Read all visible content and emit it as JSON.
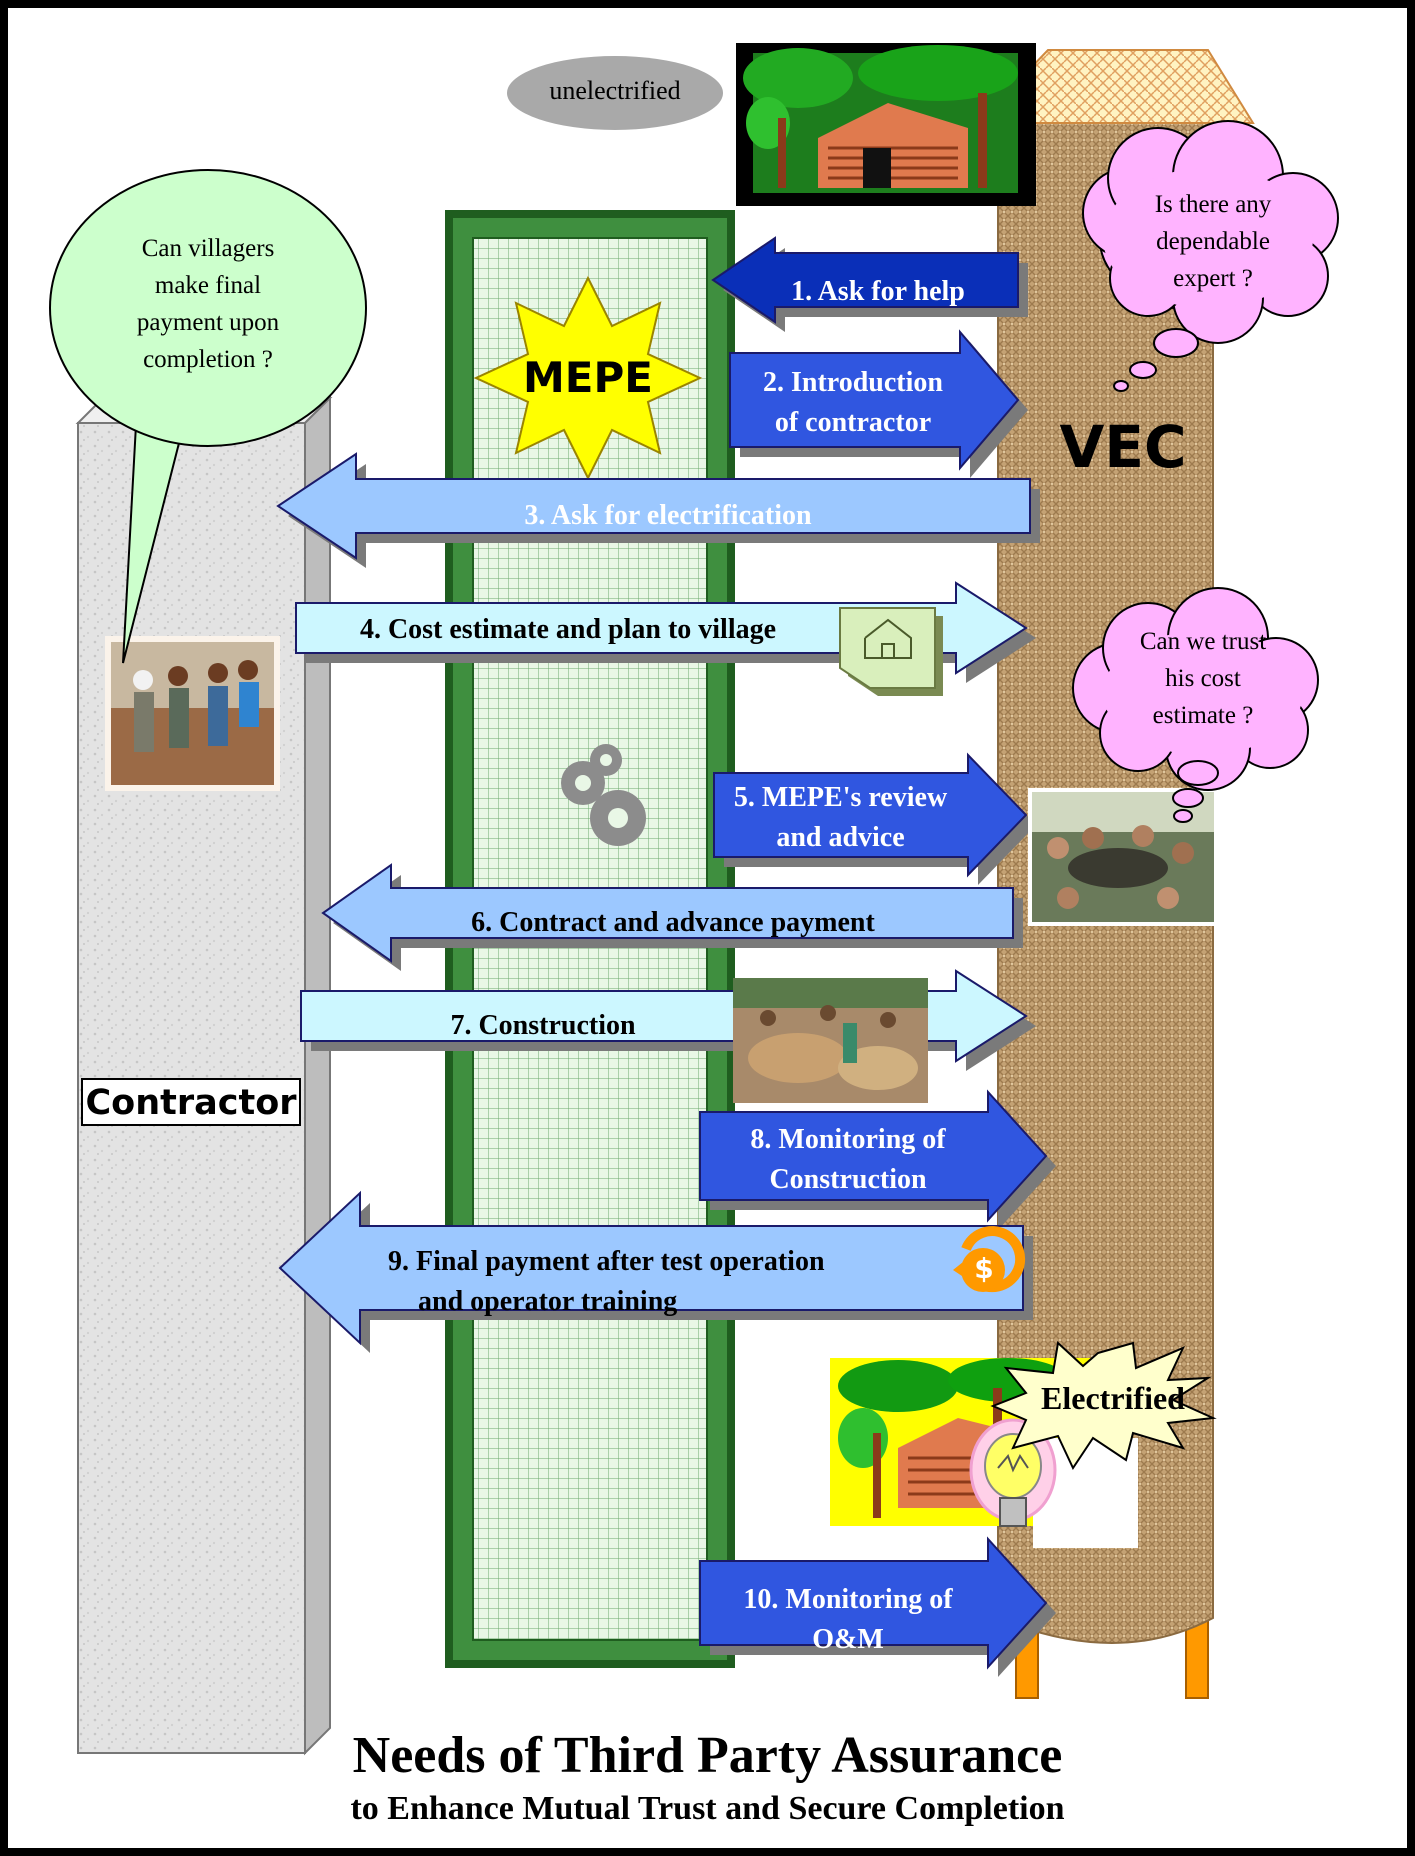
{
  "labels": {
    "unelectrified": "unelectrified",
    "mepe": "MEPE",
    "vec": "VEC",
    "contractor": "Contractor",
    "electrified": "Electrified"
  },
  "bubbles": {
    "contractor_question": [
      "Can villagers",
      "make final",
      "payment upon",
      "completion ?"
    ],
    "vec_expert": [
      "Is there any",
      "dependable",
      "expert ?"
    ],
    "vec_trust": [
      "Can we trust",
      "his cost",
      "estimate ?"
    ]
  },
  "steps": [
    {
      "n": 1,
      "lines": [
        "1. Ask for help"
      ]
    },
    {
      "n": 2,
      "lines": [
        "2. Introduction",
        "of contractor"
      ]
    },
    {
      "n": 3,
      "lines": [
        "3. Ask for electrification"
      ]
    },
    {
      "n": 4,
      "lines": [
        "4. Cost estimate and plan to village"
      ]
    },
    {
      "n": 5,
      "lines": [
        "5. MEPE's review",
        "and advice"
      ]
    },
    {
      "n": 6,
      "lines": [
        "6. Contract and advance payment"
      ]
    },
    {
      "n": 7,
      "lines": [
        "7. Construction"
      ]
    },
    {
      "n": 8,
      "lines": [
        "8. Monitoring of",
        "Construction"
      ]
    },
    {
      "n": 9,
      "lines": [
        "9. Final payment after test operation",
        "and operator training"
      ]
    },
    {
      "n": 10,
      "lines": [
        "10. Monitoring of",
        "O&M"
      ]
    }
  ],
  "title": {
    "main": "Needs of Third Party Assurance",
    "sub": "to Enhance Mutual Trust and Secure Completion"
  },
  "icons": [
    "house-icon",
    "dollar-icon",
    "gears-icon",
    "lightbulb-icon"
  ],
  "colors": {
    "dark_blue": "#0a2fb8",
    "medium_blue": "#3056e0",
    "light_blue": "#9cc8ff",
    "pale_cyan": "#ccf7ff",
    "mepe_green": "#2f7a2f",
    "bubble_green": "#ccffcc",
    "bubble_pink": "#ffb3ff",
    "star_yellow": "#ffff00",
    "vec_burlap": "#c9a77a"
  }
}
